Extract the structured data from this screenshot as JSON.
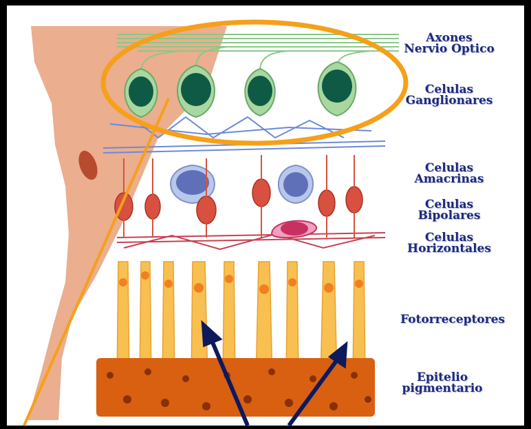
{
  "labels": {
    "axones_line1": "Axones",
    "axones_line2": "Nervio Optico",
    "ganglion_line1": "Celulas",
    "ganglion_line2": "Ganglionares",
    "amacrine_line1": "Celulas",
    "amacrine_line2": "Amacrinas",
    "bipolar_line1": "Celulas",
    "bipolar_line2": "Bipolares",
    "horizontal_line1": "Celulas",
    "horizontal_line2": "Horizontales",
    "photoreceptors": "Fotorreceptores",
    "epithelium_line1": "Epitelio",
    "epithelium_line2": "pigmentario"
  },
  "colors": {
    "background": "#000000",
    "panel": "#ffffff",
    "label_text": "#1f2a7a",
    "highlight_ellipse": "#f5a01a",
    "arrows": "#0d1a5c",
    "tissue": "#e8a07a",
    "ganglion_body": "#a8d8a0",
    "ganglion_nucleus": "#0f5a45",
    "amacrine_body": "#b8c8ec",
    "amacrine_nucleus": "#6070b8",
    "bipolar": "#d85040",
    "horizontal": "#c83060",
    "photoreceptor": "#f8c050",
    "epithelium": "#d86010"
  }
}
